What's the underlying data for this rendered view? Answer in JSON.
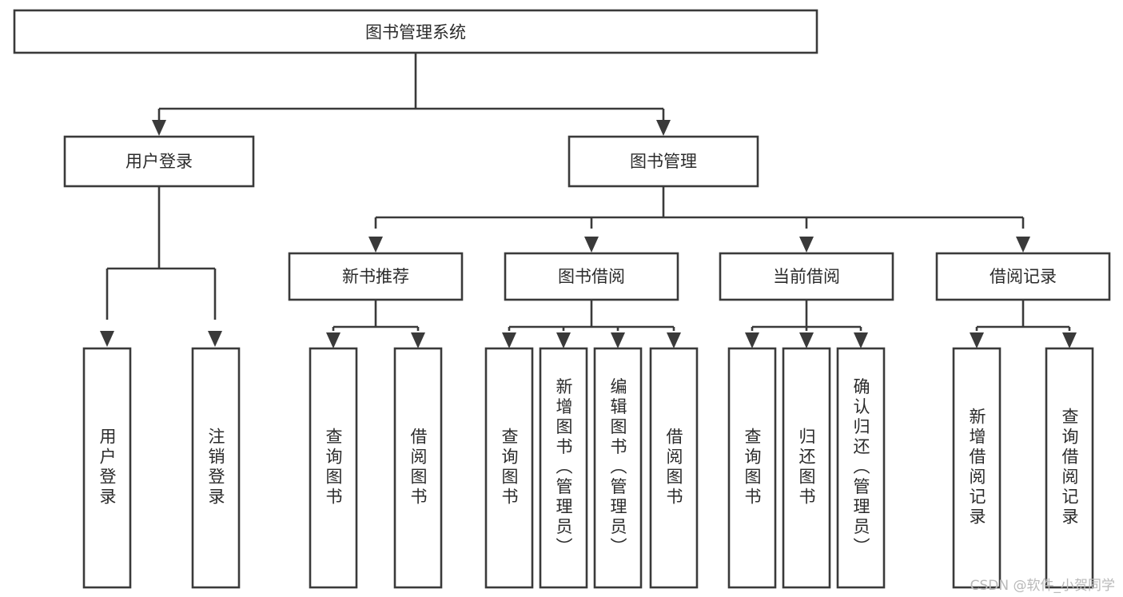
{
  "diagram": {
    "title": "图书管理系统",
    "type": "tree",
    "watermark": "CSDN @软件_小贺同学",
    "colors": {
      "box_stroke": "#3a3a3a",
      "box_fill": "#ffffff",
      "connector": "#3a3a3a",
      "text": "#2b2b2b",
      "background": "#ffffff",
      "watermark": "#b9b9b9"
    },
    "levels": {
      "root": {
        "label": "图书管理系统",
        "orientation": "horizontal"
      },
      "level2": [
        {
          "id": "user-login",
          "label": "用户登录",
          "orientation": "horizontal"
        },
        {
          "id": "book-manage",
          "label": "图书管理",
          "orientation": "horizontal"
        }
      ],
      "level3": [
        {
          "id": "new-book-recommend",
          "label": "新书推荐",
          "orientation": "horizontal",
          "parent": "book-manage"
        },
        {
          "id": "book-borrow",
          "label": "图书借阅",
          "orientation": "horizontal",
          "parent": "book-manage"
        },
        {
          "id": "current-borrow",
          "label": "当前借阅",
          "orientation": "horizontal",
          "parent": "book-manage"
        },
        {
          "id": "borrow-record",
          "label": "借阅记录",
          "orientation": "horizontal",
          "parent": "book-manage"
        }
      ],
      "leaves": [
        {
          "id": "leaf-user-login",
          "label": "用户登录",
          "orientation": "vertical",
          "parent": "user-login"
        },
        {
          "id": "leaf-user-logout",
          "label": "注销登录",
          "orientation": "vertical",
          "parent": "user-login"
        },
        {
          "id": "leaf-query-book-1",
          "label": "查询图书",
          "orientation": "vertical",
          "parent": "new-book-recommend"
        },
        {
          "id": "leaf-borrow-book-1",
          "label": "借阅图书",
          "orientation": "vertical",
          "parent": "new-book-recommend"
        },
        {
          "id": "leaf-query-book-2",
          "label": "查询图书",
          "orientation": "vertical",
          "parent": "book-borrow"
        },
        {
          "id": "leaf-add-book",
          "label": "新增图书（管理员）",
          "orientation": "vertical",
          "parent": "book-borrow"
        },
        {
          "id": "leaf-edit-book",
          "label": "编辑图书（管理员）",
          "orientation": "vertical",
          "parent": "book-borrow"
        },
        {
          "id": "leaf-borrow-book-2",
          "label": "借阅图书",
          "orientation": "vertical",
          "parent": "book-borrow"
        },
        {
          "id": "leaf-query-book-3",
          "label": "查询图书",
          "orientation": "vertical",
          "parent": "current-borrow"
        },
        {
          "id": "leaf-return-book",
          "label": "归还图书",
          "orientation": "vertical",
          "parent": "current-borrow"
        },
        {
          "id": "leaf-confirm-return",
          "label": "确认归还（管理员）",
          "orientation": "vertical",
          "parent": "current-borrow"
        },
        {
          "id": "leaf-add-record",
          "label": "新增借阅记录",
          "orientation": "vertical",
          "parent": "borrow-record"
        },
        {
          "id": "leaf-query-record",
          "label": "查询借阅记录",
          "orientation": "vertical",
          "parent": "borrow-record"
        }
      ]
    }
  }
}
